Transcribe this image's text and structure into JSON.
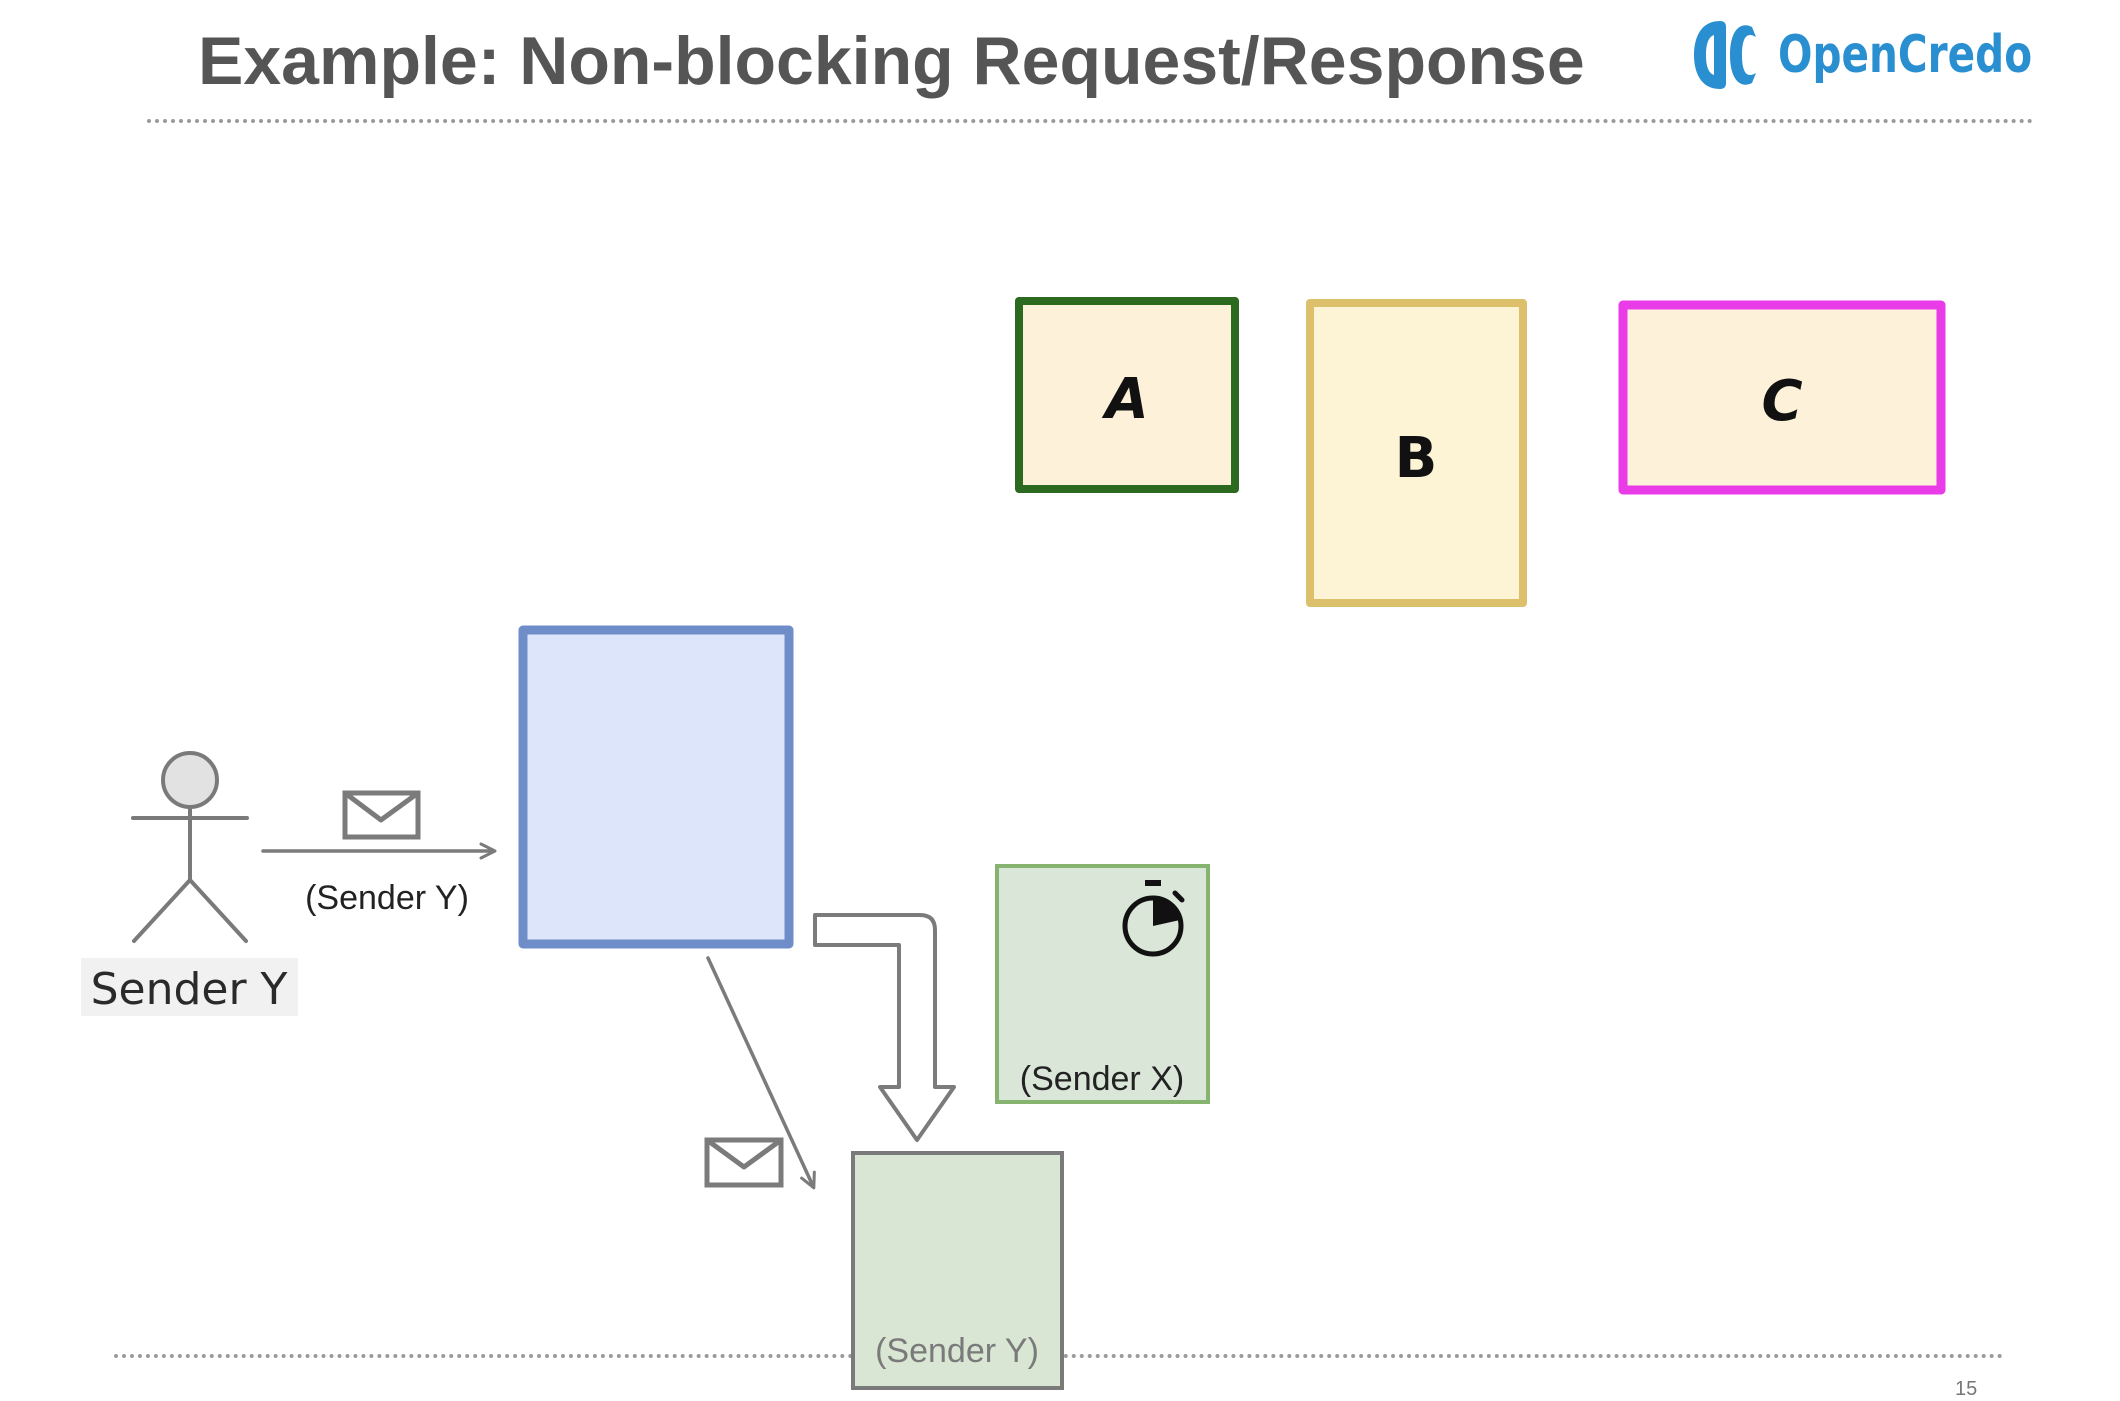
{
  "slide": {
    "title": "Example: Non-blocking Request/Response",
    "page_number": "15"
  },
  "logo": {
    "text": "OpenCredo",
    "color": "#2a8fd0"
  },
  "nodes": {
    "a": {
      "label": "A",
      "fill": "#fdf1d9",
      "stroke": "#2b6a1f"
    },
    "b": {
      "label": "B",
      "fill": "#fdf3d5",
      "stroke": "#dcc06c"
    },
    "c": {
      "label": "C",
      "fill": "#fdf1d9",
      "stroke": "#e93be8"
    },
    "receiver": {
      "label": "",
      "fill": "#dde5fb",
      "stroke": "#6f8ec9"
    },
    "sender_x_box": {
      "label": "(Sender X)",
      "fill": "#d9e6d8",
      "stroke": "#86b36f",
      "icon": "stopwatch-icon"
    },
    "sender_y_box": {
      "label": "(Sender Y)",
      "fill": "#d9e6d3",
      "stroke": "#7a7a7a"
    }
  },
  "actor": {
    "name": "Sender Y",
    "icon": "stick-figure-icon"
  },
  "messages": {
    "request_label": "(Sender Y)",
    "request_icon": "envelope-icon",
    "reply_icon": "envelope-icon",
    "handoff_icon": "bent-arrow-icon"
  }
}
